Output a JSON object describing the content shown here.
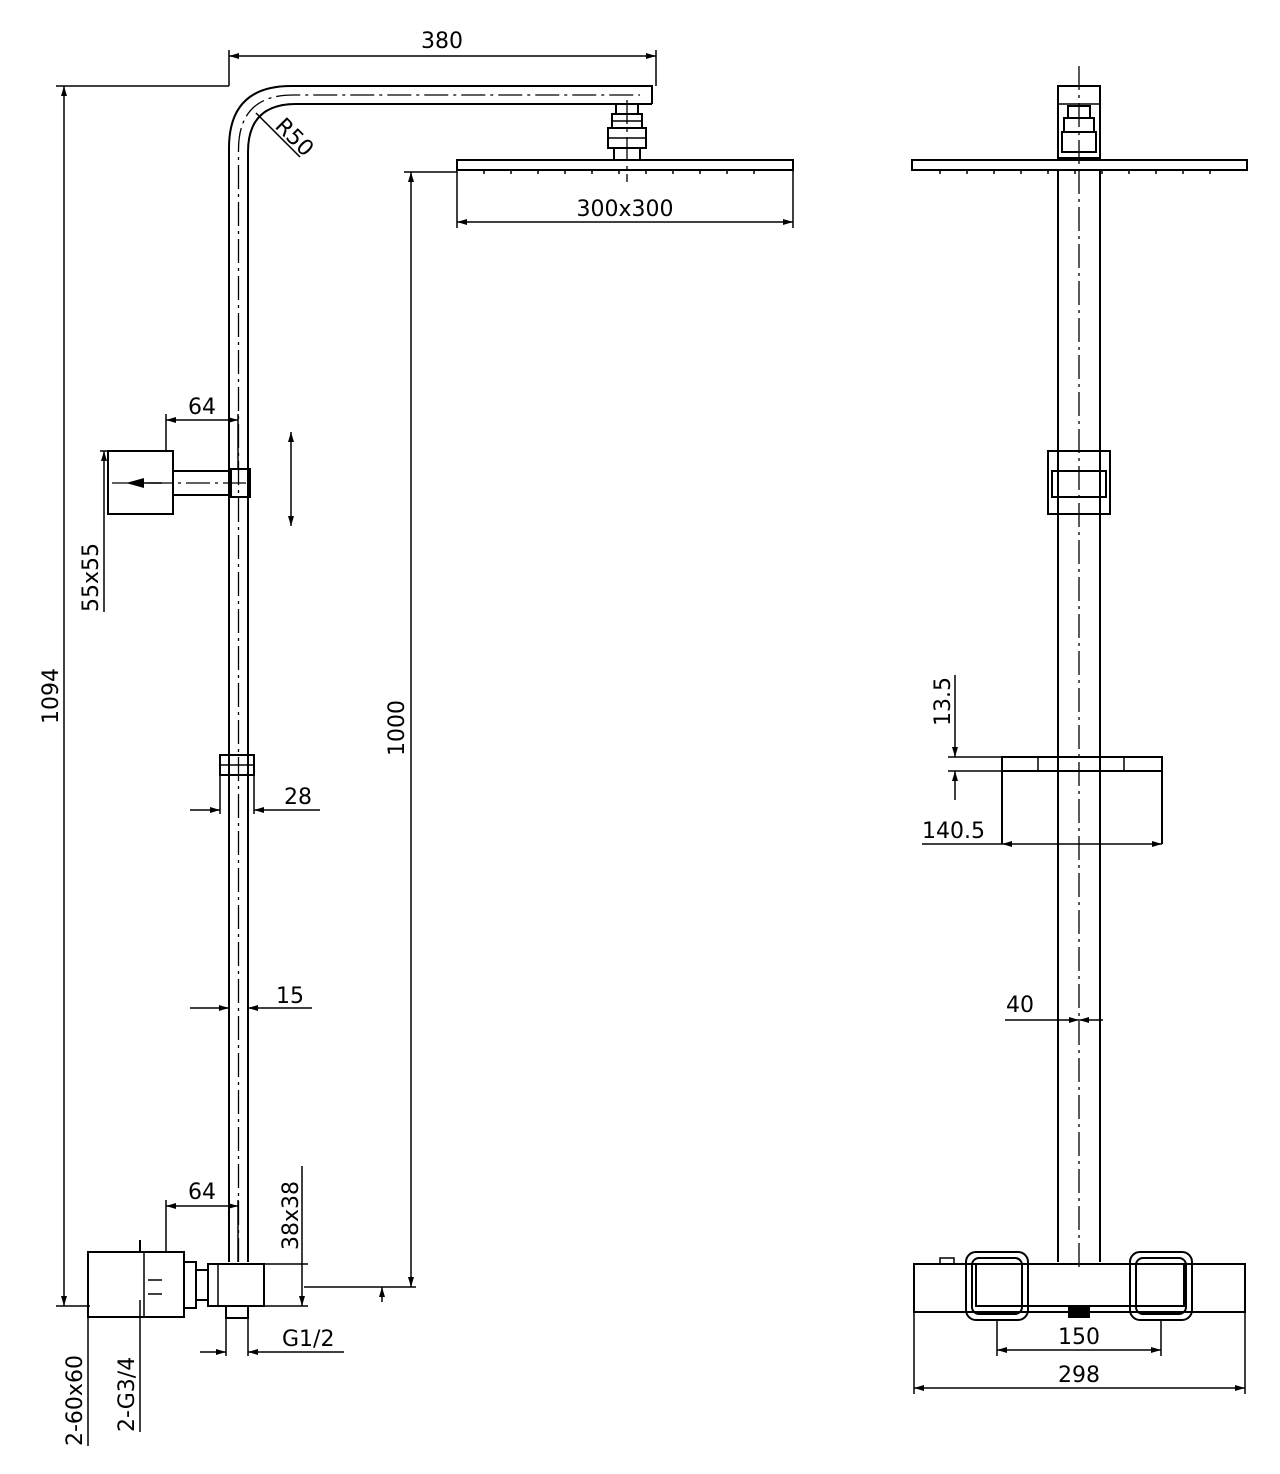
{
  "labels": {
    "arm_length": "380",
    "bend_radius": "R50",
    "head_size": "300x300",
    "holder_offset": "64",
    "holder_size": "55x55",
    "total_height": "1094",
    "head_height": "1000",
    "slider_width": "28",
    "rail_width": "15",
    "valve_offset": "64",
    "valve_block": "38x38",
    "outlet_thread": "G1/2",
    "flange_size": "2-60x60",
    "inlet_thread": "2-G3/4",
    "shelf_thickness": "13.5",
    "shelf_width": "140.5",
    "pipe_width": "40",
    "inlet_spacing": "150",
    "valve_width": "298"
  }
}
